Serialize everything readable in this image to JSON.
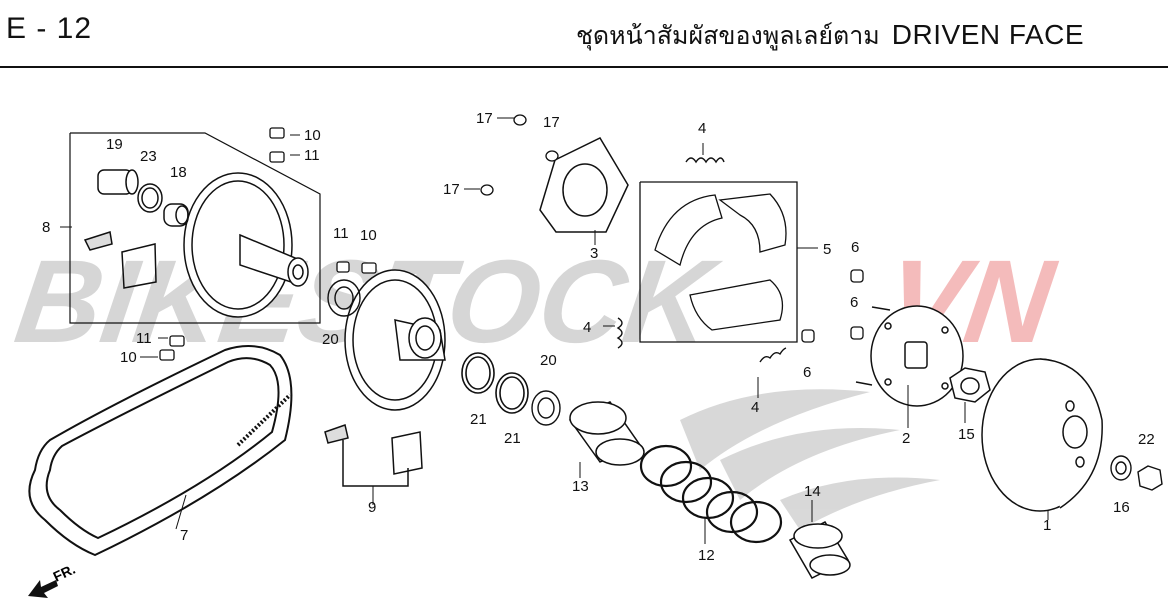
{
  "header": {
    "page_code": "E - 12",
    "title_th": "ชุดหน้าสัมผัสของพูลเลย์ตาม",
    "title_en": "DRIVEN FACE"
  },
  "watermark": {
    "part1": "BIKESTOCK",
    "part2": "VN",
    "color1": "#c8c8c8",
    "color2": "#f2a9a9"
  },
  "direction_label": "FR.",
  "callouts": {
    "c1": "1",
    "c2": "2",
    "c3": "3",
    "c4a": "4",
    "c4b": "4",
    "c4c": "4",
    "c5": "5",
    "c6a": "6",
    "c6b": "6",
    "c6c": "6",
    "c7": "7",
    "c8": "8",
    "c9": "9",
    "c10a": "10",
    "c10b": "10",
    "c10c": "10",
    "c11a": "11",
    "c11b": "11",
    "c11c": "11",
    "c12": "12",
    "c13": "13",
    "c14": "14",
    "c15": "15",
    "c16": "16",
    "c17a": "17",
    "c17b": "17",
    "c17c": "17",
    "c18": "18",
    "c19": "19",
    "c20a": "20",
    "c20b": "20",
    "c21a": "21",
    "c21b": "21",
    "c22": "22",
    "c23": "23"
  }
}
